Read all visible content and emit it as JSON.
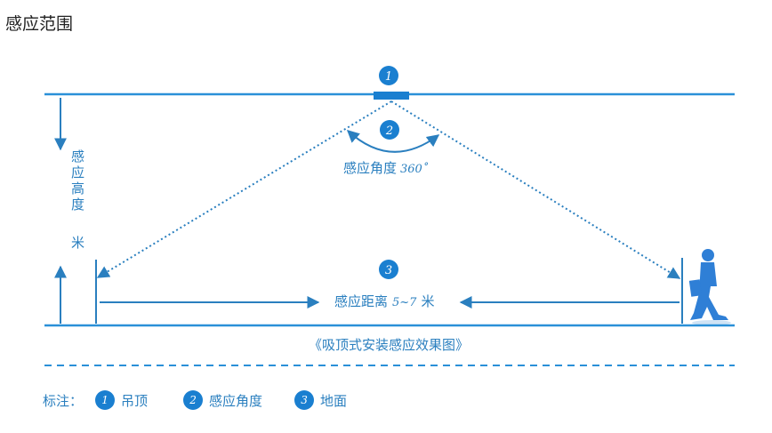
{
  "page": {
    "title": "感应范围"
  },
  "diagram": {
    "ceiling_badge": "1",
    "angle_badge": "2",
    "ground_badge": "3",
    "angle_label": "感应角度",
    "angle_value": "360˚",
    "height_label_chars": [
      "感",
      "应",
      "高",
      "度"
    ],
    "height_unit": "米",
    "distance_label": "感应距离",
    "distance_value": "5~7",
    "distance_unit": "米",
    "caption": "《吸顶式安装感应效果图》"
  },
  "legend": {
    "prefix": "标注：",
    "items": [
      {
        "num": "1",
        "label": "吊顶"
      },
      {
        "num": "2",
        "label": "感应角度"
      },
      {
        "num": "3",
        "label": "地面"
      }
    ]
  },
  "colors": {
    "primary": "#2a7fbf",
    "badge": "#1a7fd0",
    "person": "#2f7fd6"
  }
}
